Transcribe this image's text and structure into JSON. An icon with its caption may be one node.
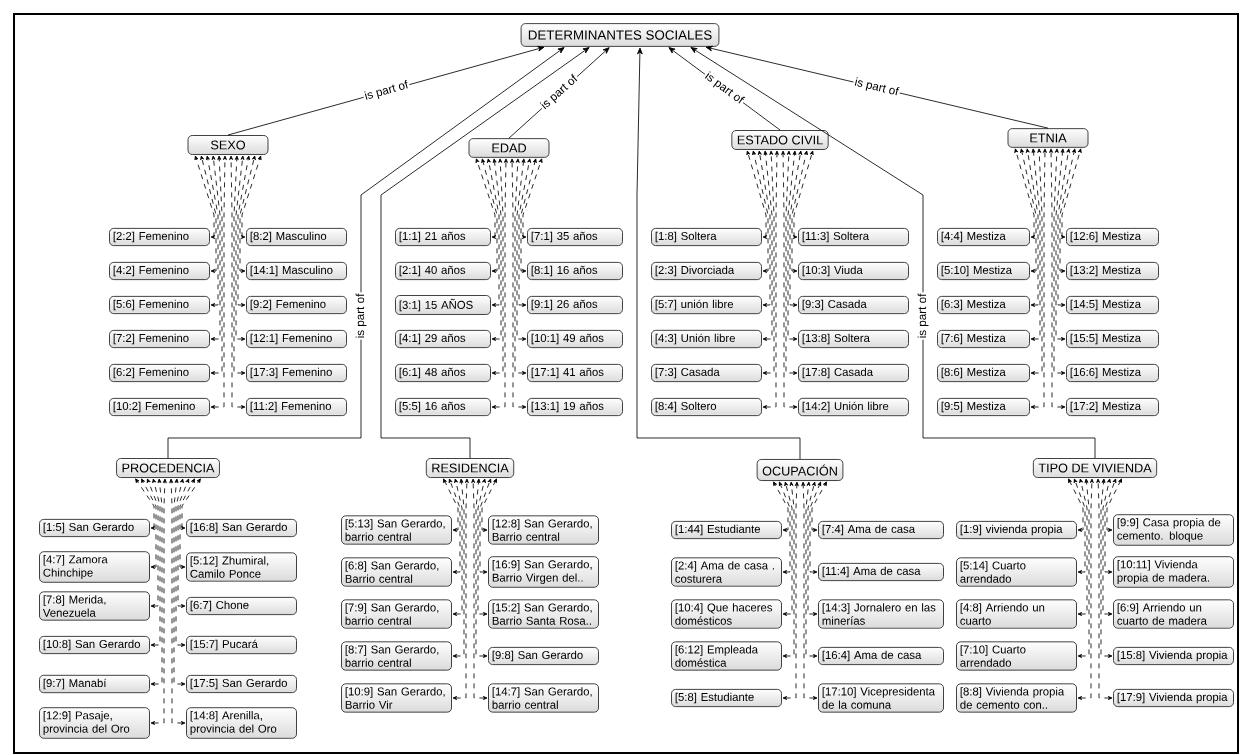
{
  "diagram": {
    "nodes": [
      {
        "text": [
          "DETERMINANTES SOCIALES"
        ]
      },
      {
        "text": [
          "SEXO"
        ]
      },
      {
        "text": [
          "EDAD"
        ]
      },
      {
        "text": [
          "ESTADO CIVIL"
        ]
      },
      {
        "text": [
          "ETNIA"
        ]
      },
      {
        "text": [
          "PROCEDENCIA"
        ]
      },
      {
        "text": [
          "RESIDENCIA"
        ]
      },
      {
        "text": [
          "OCUPACIÓN"
        ]
      },
      {
        "text": [
          "TIPO DE VIVIENDA"
        ]
      },
      {
        "text": [
          "[2:2] Femenino"
        ]
      },
      {
        "text": [
          "[4:2] Femenino"
        ]
      },
      {
        "text": [
          "[5:6] Femenino"
        ]
      },
      {
        "text": [
          "[7:2] Femenino"
        ]
      },
      {
        "text": [
          "[6:2] Femenino"
        ]
      },
      {
        "text": [
          "[10:2] Femenino"
        ]
      },
      {
        "text": [
          "[8:2] Masculino"
        ]
      },
      {
        "text": [
          "[14:1] Masculino"
        ]
      },
      {
        "text": [
          "[9:2] Femenino"
        ]
      },
      {
        "text": [
          "[12:1] Femenino"
        ]
      },
      {
        "text": [
          "[17:3] Femenino"
        ]
      },
      {
        "text": [
          "[11:2] Femenino"
        ]
      },
      {
        "text": [
          "[1:1] 21 años"
        ]
      },
      {
        "text": [
          "[2:1] 40 años"
        ]
      },
      {
        "text": [
          "[3:1] 15 AÑOS"
        ]
      },
      {
        "text": [
          "[4:1] 29 años"
        ]
      },
      {
        "text": [
          "[6:1] 48 años"
        ]
      },
      {
        "text": [
          "[5:5] 16 años"
        ]
      },
      {
        "text": [
          "[7:1] 35 años"
        ]
      },
      {
        "text": [
          "[8:1] 16 años"
        ]
      },
      {
        "text": [
          "[9:1] 26 años"
        ]
      },
      {
        "text": [
          "[10:1] 49 años"
        ]
      },
      {
        "text": [
          "[17:1] 41 años"
        ]
      },
      {
        "text": [
          "[13:1] 19 años"
        ]
      },
      {
        "text": [
          "[1:8] Soltera"
        ]
      },
      {
        "text": [
          "[2:3] Divorciada"
        ]
      },
      {
        "text": [
          "[5:7] unión libre"
        ]
      },
      {
        "text": [
          "[4:3] Unión libre"
        ]
      },
      {
        "text": [
          "[7:3] Casada"
        ]
      },
      {
        "text": [
          "[8:4] Soltero"
        ]
      },
      {
        "text": [
          "[11:3] Soltera"
        ]
      },
      {
        "text": [
          "[10:3] Viuda"
        ]
      },
      {
        "text": [
          "[9:3] Casada"
        ]
      },
      {
        "text": [
          "[13:8] Soltera"
        ]
      },
      {
        "text": [
          "[17:8] Casada"
        ]
      },
      {
        "text": [
          "[14:2] Unión libre"
        ]
      },
      {
        "text": [
          "[4:4] Mestiza"
        ]
      },
      {
        "text": [
          "[5:10] Mestiza"
        ]
      },
      {
        "text": [
          "[6:3] Mestiza"
        ]
      },
      {
        "text": [
          "[7:6] Mestiza"
        ]
      },
      {
        "text": [
          "[8:6] Mestiza"
        ]
      },
      {
        "text": [
          "[9:5] Mestiza"
        ]
      },
      {
        "text": [
          "[12:6] Mestiza"
        ]
      },
      {
        "text": [
          "[13:2] Mestiza"
        ]
      },
      {
        "text": [
          "[14:5] Mestiza"
        ]
      },
      {
        "text": [
          "[15:5] Mestiza"
        ]
      },
      {
        "text": [
          "[16:6] Mestiza"
        ]
      },
      {
        "text": [
          "[17:2] Mestiza"
        ]
      },
      {
        "text": [
          "[1:5] San Gerardo"
        ]
      },
      {
        "text": [
          "[4:7] Zamora Chinchipe"
        ]
      },
      {
        "text": [
          "[7:8] Merida, Venezuela"
        ]
      },
      {
        "text": [
          "[10:8] San Gerardo"
        ]
      },
      {
        "text": [
          "[9:7] Manabí"
        ]
      },
      {
        "text": [
          "[12:9] Pasaje, provincia del Oro"
        ]
      },
      {
        "text": [
          "[16:8] San Gerardo"
        ]
      },
      {
        "text": [
          "[5:12] Zhumiral, Camilo Ponce"
        ]
      },
      {
        "text": [
          "[6:7] Chone"
        ]
      },
      {
        "text": [
          "[15:7] Pucará"
        ]
      },
      {
        "text": [
          "[17:5] San Gerardo"
        ]
      },
      {
        "text": [
          "[14:8] Arenilla, provincia del Oro"
        ]
      },
      {
        "text": [
          "[5:13] San Gerardo, barrio central"
        ]
      },
      {
        "text": [
          "[6:8] San Gerardo, Barrio central"
        ]
      },
      {
        "text": [
          "[7:9] San Gerardo, barrio central"
        ]
      },
      {
        "text": [
          "[8:7] San Gerardo, barrio central"
        ]
      },
      {
        "text": [
          "[10:9] San Gerardo, Barrio Vir"
        ]
      },
      {
        "text": [
          "[12:8] San Gerardo, Barrio central"
        ]
      },
      {
        "text": [
          "[16:9] San Gerardo, Barrio Virgen del.."
        ]
      },
      {
        "text": [
          "[15:2] San Gerardo, Barrio Santa Rosa.."
        ]
      },
      {
        "text": [
          "[9:8] San Gerardo"
        ]
      },
      {
        "text": [
          "[14:7] San Gerardo, barrio central"
        ]
      },
      {
        "text": [
          "[1:44] Estudiante"
        ]
      },
      {
        "text": [
          "[2:4] Ama de casa . costurera"
        ]
      },
      {
        "text": [
          "[10:4] Que haceres domésticos"
        ]
      },
      {
        "text": [
          "[6:12] Empleada doméstica"
        ]
      },
      {
        "text": [
          "[5:8] Estudiante"
        ]
      },
      {
        "text": [
          "[7:4] Ama de casa"
        ]
      },
      {
        "text": [
          "[11:4] Ama de casa"
        ]
      },
      {
        "text": [
          "[14:3] Jornalero en las minerías"
        ]
      },
      {
        "text": [
          "[16:4] Ama de casa"
        ]
      },
      {
        "text": [
          "[17:10] Vicepresidenta de la comuna"
        ]
      },
      {
        "text": [
          "[1:9] vivienda propia"
        ]
      },
      {
        "text": [
          "[5:14] Cuarto arrendado"
        ]
      },
      {
        "text": [
          "[4:8] Arriendo un cuarto"
        ]
      },
      {
        "text": [
          "[7:10] Cuarto arrendado"
        ]
      },
      {
        "text": [
          "[8:8] Vivienda propia de cemento con.."
        ]
      },
      {
        "text": [
          "[9:9] Casa propia de cemento. bloque"
        ]
      },
      {
        "text": [
          "[10:11] Vivienda propia de madera."
        ]
      },
      {
        "text": [
          "[6:9] Arriendo un cuarto de madera"
        ]
      },
      {
        "text": [
          "[15:8] Vivienda propia"
        ]
      },
      {
        "text": [
          "[17:9] Vivienda propia"
        ]
      }
    ],
    "edges": [
      {
        "from": 1,
        "to": 0,
        "arrow": "to",
        "label": "is part of"
      },
      {
        "from": 2,
        "to": 0,
        "arrow": "to",
        "label": "is part of"
      },
      {
        "from": 3,
        "to": 0,
        "arrow": "to",
        "label": "is part of"
      },
      {
        "from": 4,
        "to": 0,
        "arrow": "to",
        "label": "is part of"
      },
      {
        "from": 5,
        "to": 0,
        "arrow": "to",
        "label": "is part of"
      },
      {
        "from": 6,
        "to": 0,
        "arrow": "to"
      },
      {
        "from": 7,
        "to": 0,
        "arrow": "to"
      },
      {
        "from": 8,
        "to": 0,
        "arrow": "to",
        "label": "is part of"
      },
      {
        "from": 9,
        "to": 1,
        "arrow": "both",
        "style": "dashed"
      },
      {
        "from": 10,
        "to": 1,
        "arrow": "both",
        "style": "dashed"
      },
      {
        "from": 11,
        "to": 1,
        "arrow": "both",
        "style": "dashed"
      },
      {
        "from": 12,
        "to": 1,
        "arrow": "both",
        "style": "dashed"
      },
      {
        "from": 13,
        "to": 1,
        "arrow": "both",
        "style": "dashed"
      },
      {
        "from": 14,
        "to": 1,
        "arrow": "both",
        "style": "dashed"
      },
      {
        "from": 15,
        "to": 1,
        "arrow": "both",
        "style": "dashed"
      },
      {
        "from": 16,
        "to": 1,
        "arrow": "both",
        "style": "dashed"
      },
      {
        "from": 17,
        "to": 1,
        "arrow": "both",
        "style": "dashed"
      },
      {
        "from": 18,
        "to": 1,
        "arrow": "both",
        "style": "dashed"
      },
      {
        "from": 19,
        "to": 1,
        "arrow": "both",
        "style": "dashed"
      },
      {
        "from": 20,
        "to": 1,
        "arrow": "both",
        "style": "dashed"
      },
      {
        "from": 21,
        "to": 2,
        "arrow": "both",
        "style": "dashed"
      },
      {
        "from": 22,
        "to": 2,
        "arrow": "both",
        "style": "dashed"
      },
      {
        "from": 23,
        "to": 2,
        "arrow": "both",
        "style": "dashed"
      },
      {
        "from": 24,
        "to": 2,
        "arrow": "both",
        "style": "dashed"
      },
      {
        "from": 25,
        "to": 2,
        "arrow": "both",
        "style": "dashed"
      },
      {
        "from": 26,
        "to": 2,
        "arrow": "both",
        "style": "dashed"
      },
      {
        "from": 27,
        "to": 2,
        "arrow": "both",
        "style": "dashed"
      },
      {
        "from": 28,
        "to": 2,
        "arrow": "both",
        "style": "dashed"
      },
      {
        "from": 29,
        "to": 2,
        "arrow": "both",
        "style": "dashed"
      },
      {
        "from": 30,
        "to": 2,
        "arrow": "both",
        "style": "dashed"
      },
      {
        "from": 31,
        "to": 2,
        "arrow": "both",
        "style": "dashed"
      },
      {
        "from": 32,
        "to": 2,
        "arrow": "both",
        "style": "dashed"
      },
      {
        "from": 33,
        "to": 3,
        "arrow": "both",
        "style": "dashed"
      },
      {
        "from": 34,
        "to": 3,
        "arrow": "both",
        "style": "dashed"
      },
      {
        "from": 35,
        "to": 3,
        "arrow": "both",
        "style": "dashed"
      },
      {
        "from": 36,
        "to": 3,
        "arrow": "both",
        "style": "dashed"
      },
      {
        "from": 37,
        "to": 3,
        "arrow": "both",
        "style": "dashed"
      },
      {
        "from": 38,
        "to": 3,
        "arrow": "both",
        "style": "dashed"
      },
      {
        "from": 39,
        "to": 3,
        "arrow": "both",
        "style": "dashed"
      },
      {
        "from": 40,
        "to": 3,
        "arrow": "both",
        "style": "dashed"
      },
      {
        "from": 41,
        "to": 3,
        "arrow": "both",
        "style": "dashed"
      },
      {
        "from": 42,
        "to": 3,
        "arrow": "both",
        "style": "dashed"
      },
      {
        "from": 43,
        "to": 3,
        "arrow": "both",
        "style": "dashed"
      },
      {
        "from": 44,
        "to": 3,
        "arrow": "both",
        "style": "dashed"
      },
      {
        "from": 45,
        "to": 4,
        "arrow": "both",
        "style": "dashed"
      },
      {
        "from": 46,
        "to": 4,
        "arrow": "both",
        "style": "dashed"
      },
      {
        "from": 47,
        "to": 4,
        "arrow": "both",
        "style": "dashed"
      },
      {
        "from": 48,
        "to": 4,
        "arrow": "both",
        "style": "dashed"
      },
      {
        "from": 49,
        "to": 4,
        "arrow": "both",
        "style": "dashed"
      },
      {
        "from": 50,
        "to": 4,
        "arrow": "both",
        "style": "dashed"
      },
      {
        "from": 51,
        "to": 4,
        "arrow": "both",
        "style": "dashed"
      },
      {
        "from": 52,
        "to": 4,
        "arrow": "both",
        "style": "dashed"
      },
      {
        "from": 53,
        "to": 4,
        "arrow": "both",
        "style": "dashed"
      },
      {
        "from": 54,
        "to": 4,
        "arrow": "both",
        "style": "dashed"
      },
      {
        "from": 55,
        "to": 4,
        "arrow": "both",
        "style": "dashed"
      },
      {
        "from": 56,
        "to": 4,
        "arrow": "both",
        "style": "dashed"
      },
      {
        "from": 57,
        "to": 5,
        "arrow": "both",
        "style": "dashed"
      },
      {
        "from": 58,
        "to": 5,
        "arrow": "both",
        "style": "dashed"
      },
      {
        "from": 59,
        "to": 5,
        "arrow": "both",
        "style": "dashed"
      },
      {
        "from": 60,
        "to": 5,
        "arrow": "both",
        "style": "dashed"
      },
      {
        "from": 61,
        "to": 5,
        "arrow": "both",
        "style": "dashed"
      },
      {
        "from": 62,
        "to": 5,
        "arrow": "both",
        "style": "dashed"
      },
      {
        "from": 63,
        "to": 5,
        "arrow": "both",
        "style": "dashed"
      },
      {
        "from": 64,
        "to": 5,
        "arrow": "both",
        "style": "dashed"
      },
      {
        "from": 65,
        "to": 5,
        "arrow": "both",
        "style": "dashed"
      },
      {
        "from": 66,
        "to": 5,
        "arrow": "both",
        "style": "dashed"
      },
      {
        "from": 67,
        "to": 5,
        "arrow": "both",
        "style": "dashed"
      },
      {
        "from": 68,
        "to": 5,
        "arrow": "both",
        "style": "dashed"
      },
      {
        "from": 69,
        "to": 6,
        "arrow": "both",
        "style": "dashed"
      },
      {
        "from": 70,
        "to": 6,
        "arrow": "both",
        "style": "dashed"
      },
      {
        "from": 71,
        "to": 6,
        "arrow": "both",
        "style": "dashed"
      },
      {
        "from": 72,
        "to": 6,
        "arrow": "both",
        "style": "dashed"
      },
      {
        "from": 73,
        "to": 6,
        "arrow": "both",
        "style": "dashed"
      },
      {
        "from": 74,
        "to": 6,
        "arrow": "both",
        "style": "dashed"
      },
      {
        "from": 75,
        "to": 6,
        "arrow": "both",
        "style": "dashed"
      },
      {
        "from": 76,
        "to": 6,
        "arrow": "both",
        "style": "dashed"
      },
      {
        "from": 77,
        "to": 6,
        "arrow": "both",
        "style": "dashed"
      },
      {
        "from": 78,
        "to": 6,
        "arrow": "both",
        "style": "dashed"
      },
      {
        "from": 79,
        "to": 7,
        "arrow": "both",
        "style": "dashed"
      },
      {
        "from": 80,
        "to": 7,
        "arrow": "both",
        "style": "dashed"
      },
      {
        "from": 81,
        "to": 7,
        "arrow": "both",
        "style": "dashed"
      },
      {
        "from": 82,
        "to": 7,
        "arrow": "both",
        "style": "dashed"
      },
      {
        "from": 83,
        "to": 7,
        "arrow": "both",
        "style": "dashed"
      },
      {
        "from": 84,
        "to": 7,
        "arrow": "both",
        "style": "dashed"
      },
      {
        "from": 85,
        "to": 7,
        "arrow": "both",
        "style": "dashed"
      },
      {
        "from": 86,
        "to": 7,
        "arrow": "both",
        "style": "dashed"
      },
      {
        "from": 87,
        "to": 7,
        "arrow": "both",
        "style": "dashed"
      },
      {
        "from": 88,
        "to": 7,
        "arrow": "both",
        "style": "dashed"
      },
      {
        "from": 89,
        "to": 8,
        "arrow": "both",
        "style": "dashed"
      },
      {
        "from": 90,
        "to": 8,
        "arrow": "both",
        "style": "dashed"
      },
      {
        "from": 91,
        "to": 8,
        "arrow": "both",
        "style": "dashed"
      },
      {
        "from": 92,
        "to": 8,
        "arrow": "both",
        "style": "dashed"
      },
      {
        "from": 93,
        "to": 8,
        "arrow": "both",
        "style": "dashed"
      },
      {
        "from": 94,
        "to": 8,
        "arrow": "both",
        "style": "dashed"
      },
      {
        "from": 95,
        "to": 8,
        "arrow": "both",
        "style": "dashed"
      },
      {
        "from": 96,
        "to": 8,
        "arrow": "both",
        "style": "dashed"
      },
      {
        "from": 97,
        "to": 8,
        "arrow": "both",
        "style": "dashed"
      },
      {
        "from": 98,
        "to": 8,
        "arrow": "both",
        "style": "dashed"
      }
    ]
  }
}
